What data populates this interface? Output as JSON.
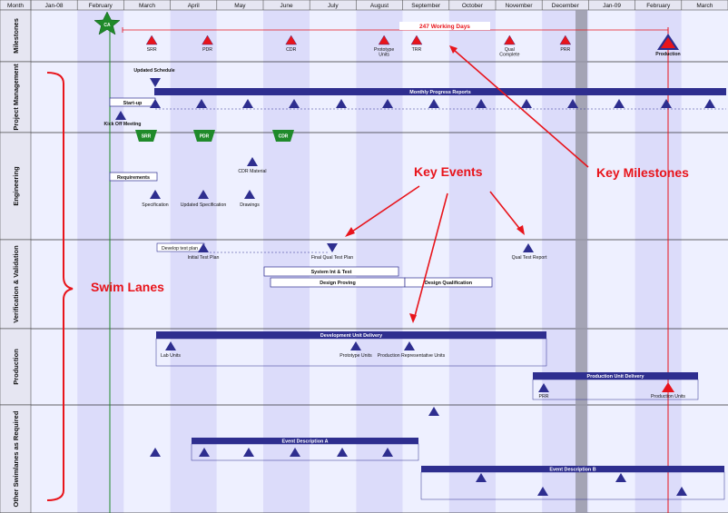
{
  "header": {
    "corner_label": "Month",
    "months": [
      "Jan-08",
      "February",
      "March",
      "April",
      "May",
      "June",
      "July",
      "August",
      "September",
      "October",
      "November",
      "December",
      "Jan-09",
      "February",
      "March"
    ]
  },
  "lanes": [
    {
      "id": "milestones",
      "label": "Milestones"
    },
    {
      "id": "pm",
      "label": "Project Management"
    },
    {
      "id": "eng",
      "label": "Engineering"
    },
    {
      "id": "vv",
      "label": "Verification & Validation"
    },
    {
      "id": "prod",
      "label": "Production"
    },
    {
      "id": "other",
      "label": "Other Swimlanes as Required"
    }
  ],
  "milestones": {
    "ca_label": "CA",
    "working_days_label": "247 Working Days",
    "items": [
      {
        "name": "srr",
        "label": "SRR",
        "month": 2.6
      },
      {
        "name": "pdr",
        "label": "PDR",
        "month": 3.8
      },
      {
        "name": "cdr",
        "label": "CDR",
        "month": 5.6
      },
      {
        "name": "prototype-units",
        "label": "Prototype Units",
        "month": 7.6
      },
      {
        "name": "trr",
        "label": "TRR",
        "month": 8.3
      },
      {
        "name": "qual-complete",
        "label": "Qual Complete",
        "month": 10.3
      },
      {
        "name": "prr",
        "label": "PRR",
        "month": 11.5
      }
    ],
    "production_label": "Production"
  },
  "project_management": {
    "updated_schedule_label": "Updated Schedule",
    "monthly_reports_label": "Monthly Progress Reports",
    "startup_label": "Start-up",
    "kickoff_label": "Kick Off Meeting"
  },
  "engineering": {
    "reviews": [
      "SRR",
      "PDR",
      "CDR"
    ],
    "requirements_label": "Requirements",
    "cdr_material_label": "CDR Material",
    "specification_label": "Specification",
    "updated_spec_label": "Updated Specification",
    "drawings_label": "Drawings"
  },
  "verification": {
    "develop_test_plan_label": "Develop test plan",
    "initial_test_plan_label": "Initial Test Plan",
    "final_qual_plan_label": "Final Qual Test Plan",
    "qual_test_report_label": "Qual Test Report",
    "system_int_label": "System Int & Test",
    "design_proving_label": "Design Proving",
    "design_qual_label": "Design Qualification"
  },
  "production": {
    "dev_unit_delivery_label": "Development Unit Delivery",
    "lab_units_label": "Lab Units",
    "prototype_units_label": "Prototype Units",
    "production_rep_label": "Production Representative Units",
    "prod_unit_delivery_label": "Production Unit Delivery",
    "prr_label": "PRR",
    "production_units_label": "Production Units"
  },
  "other": {
    "event_a_label": "Event Description  A",
    "event_b_label": "Event Description  B"
  },
  "annotations": {
    "key_events": "Key Events",
    "key_milestones": "Key Milestones",
    "swim_lanes": "Swim Lanes"
  },
  "colors": {
    "navy": "#2e2e8f",
    "red": "#e8141b",
    "green": "#1f8a2a",
    "lane_light": "#eef0ff",
    "lane_dark": "#dcdcfa",
    "december_bar": "#9a9aa8"
  }
}
